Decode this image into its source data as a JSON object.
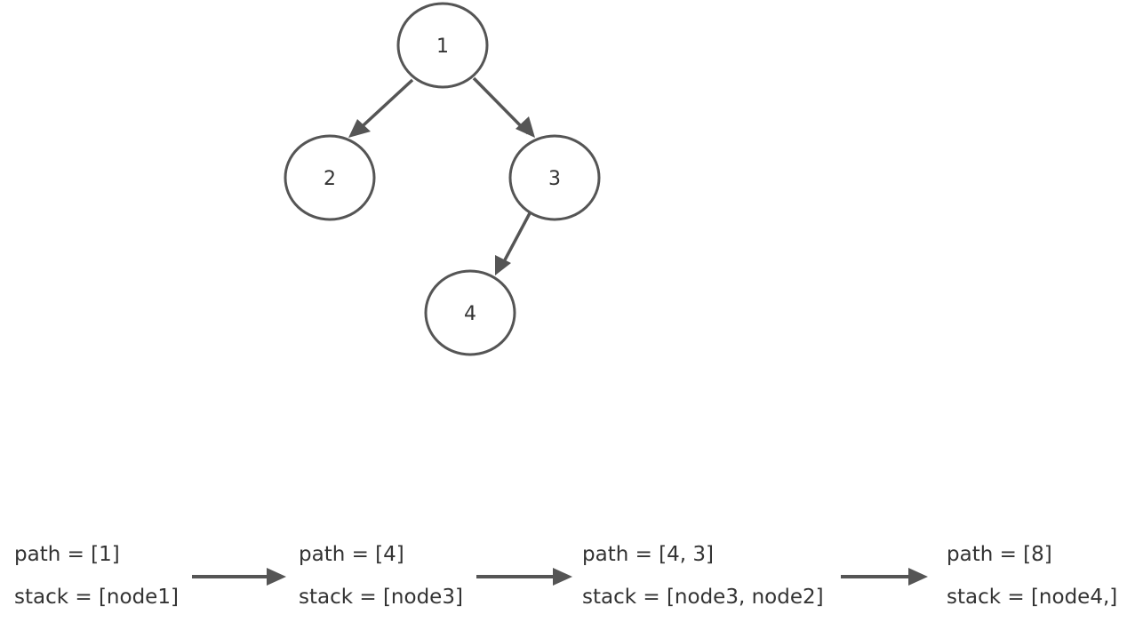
{
  "colors": {
    "stroke": "#555555",
    "text": "#333333",
    "background": "#ffffff"
  },
  "tree": {
    "nodes": [
      {
        "id": "node1",
        "label": "1"
      },
      {
        "id": "node2",
        "label": "2"
      },
      {
        "id": "node3",
        "label": "3"
      },
      {
        "id": "node4",
        "label": "4"
      }
    ],
    "edges": [
      {
        "from": "node1",
        "to": "node2"
      },
      {
        "from": "node1",
        "to": "node3"
      },
      {
        "from": "node3",
        "to": "node4"
      }
    ]
  },
  "steps": [
    {
      "path": "path = [1]",
      "stack": "stack = [node1]"
    },
    {
      "path": "path = [4]",
      "stack": "stack = [node3]"
    },
    {
      "path": "path = [4, 3]",
      "stack": "stack = [node3, node2]"
    },
    {
      "path": "path = [8]",
      "stack": "stack = [node4,]"
    }
  ]
}
